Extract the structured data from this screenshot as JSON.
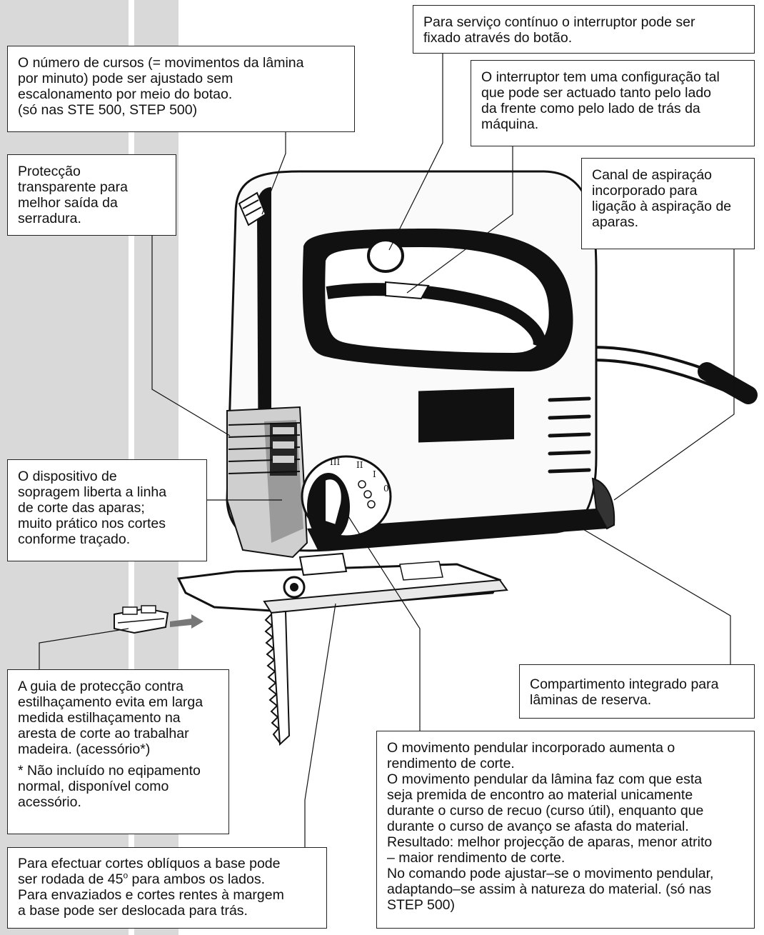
{
  "callouts": {
    "stroke_rate": {
      "lines": [
        "O número de cursos (= movimentos da lâmina",
        "por minuto) pode ser ajustado sem",
        "escalonamento por meio do botao.",
        "(só nas STE 500, STEP 500)"
      ]
    },
    "continuous_mode": {
      "lines": [
        "Para serviço contínuo o interruptor pode ser",
        "fixado através do botão."
      ]
    },
    "switch": {
      "lines": [
        "O interruptor tem uma configuração tal",
        "que pode ser actuado tanto pelo lado",
        "da frente como pelo lado de trás da",
        "máquina."
      ]
    },
    "guard": {
      "lines": [
        "Protecção",
        "transparente para",
        "melhor saída da",
        "serradura."
      ]
    },
    "suction": {
      "lines": [
        "Canal de aspiraçáo",
        "incorporado para",
        "ligação à aspiração de",
        "aparas."
      ]
    },
    "blower": {
      "lines": [
        "O dispositivo de",
        "sopragem liberta a linha",
        "de corte das aparas;",
        "muito prático nos cortes",
        "conforme traçado."
      ]
    },
    "compartment": {
      "lines": [
        "Compartimento integrado para",
        "lâminas de reserva."
      ]
    },
    "splinter_guard": {
      "lines": [
        "A guia de protecção contra",
        "estilhaçamento evita em larga",
        "medida estilhaçamento na",
        "aresta de corte ao trabalhar",
        "madeira. (acessório*)"
      ],
      "footnote": [
        "* Não incluído no eqipamento",
        "normal, disponível como",
        "acessório."
      ]
    },
    "pendulum": {
      "lines": [
        "O movimento pendular incorporado aumenta o",
        "rendimento de corte.",
        "O movimento pendular da lâmina faz com que esta",
        "seja premida de encontro ao material unicamente",
        "durante o curso de recuo (curso útil), enquanto que",
        "durante o curso de avanço se afasta do material.",
        "Resultado: melhor projecção de aparas, menor atrito",
        "– maior rendimento de corte.",
        "No comando pode ajustar–se o movimento pendular,",
        "adaptando–se assim à natureza do material. (só nas",
        "STEP 500)"
      ]
    },
    "bevel": {
      "line1": "Para efectuar cortes oblíquos a base pode",
      "line2_pre": "ser rodada de 45",
      "line2_sup": "o",
      "line2_post": " para ambos os lados.",
      "line3": "Para envaziados e cortes rentes à margem",
      "line4": "a base pode ser deslocada para trás."
    }
  },
  "dial": {
    "marks": [
      "III",
      "II",
      "I",
      "0"
    ]
  }
}
